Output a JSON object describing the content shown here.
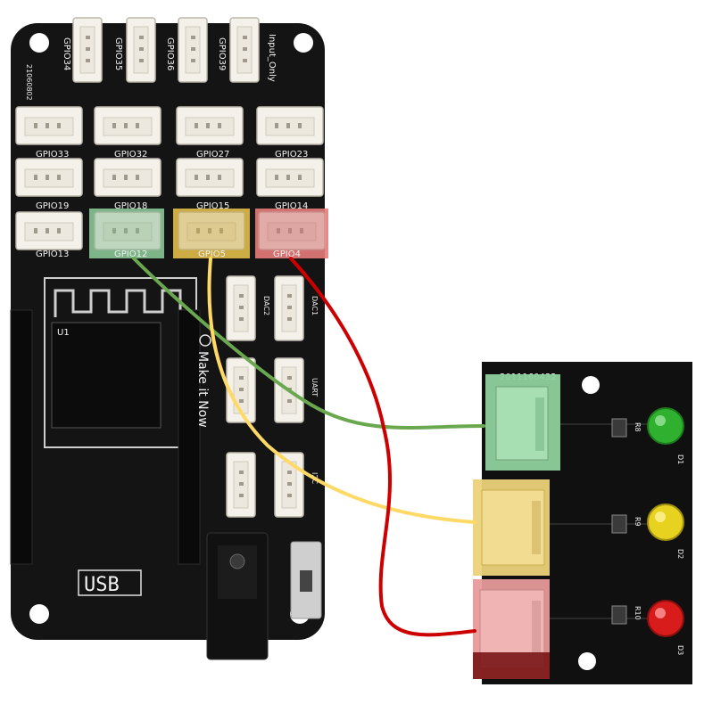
{
  "main_board": {
    "code": "21060802",
    "top_labels": [
      "GPIO34",
      "GPIO35",
      "GPIO36",
      "GPIO39",
      "Input_Only"
    ],
    "row2_labels": [
      "GPIO33",
      "GPIO32",
      "GPIO27",
      "GPIO23"
    ],
    "row3_labels": [
      "GPIO19",
      "GPIO18",
      "GPIO15",
      "GPIO14"
    ],
    "row4_labels": [
      "GPIO13",
      "GPIO12",
      "GPIO5",
      "GPIO4"
    ],
    "side_labels": [
      "DAC2",
      "DAC1",
      "UART",
      "I2C"
    ],
    "module_label": "U1",
    "brand": "Make it Now",
    "usb_label": "USB"
  },
  "led_board": {
    "code": "2011160432",
    "resistors": [
      "R8",
      "R9",
      "R10"
    ],
    "leds": [
      "D1",
      "D2",
      "D3"
    ]
  },
  "colors": {
    "green_wire": "#6aa84f",
    "yellow_wire": "#ffd966",
    "red_wire": "#cc0000",
    "pcb": "#141414"
  }
}
